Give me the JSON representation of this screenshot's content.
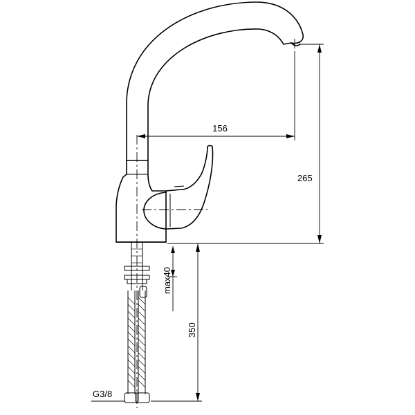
{
  "dimensions": {
    "reach": "156",
    "height": "265",
    "max_thickness": "max40",
    "hose_length": "350",
    "thread": "G3/8"
  }
}
